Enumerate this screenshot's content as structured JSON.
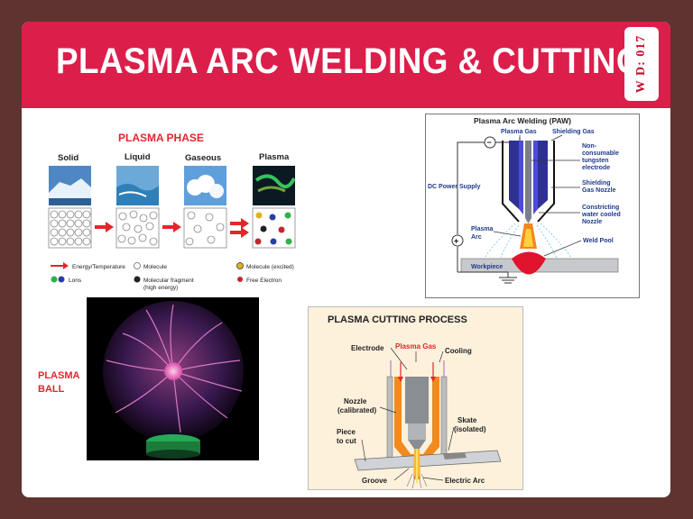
{
  "header": {
    "title": "PLASMA ARC WELDING & CUTTING",
    "code": "W D: 017"
  },
  "colors": {
    "frame": "#5e3330",
    "banner": "#dc1e4b",
    "accent_red": "#e3262c"
  },
  "phase_panel": {
    "title": "PLASMA PHASE",
    "states": [
      "Solid",
      "Liquid",
      "Gaseous",
      "Plasma"
    ],
    "legend": {
      "energy": "Energy/Temperature",
      "molecule": "Molecule",
      "molecule_excited": "Molecule (excited)",
      "ions": "Lons",
      "fragment": "Molecular fragment (high energy)",
      "free_electron": "Free Electron"
    }
  },
  "paw_panel": {
    "title": "Plasma Arc Welding (PAW)",
    "plasma_gas": "Plasma Gas",
    "shielding_gas": "Shielding Gas",
    "electrode": "Non-consumable tungsten electrode",
    "power": "DC Power Supply",
    "nozzle": "Shielding Gas Nozzle",
    "constricting": "Constricting water cooled Nozzle",
    "arc": "Plasma Arc",
    "weld_pool": "Weld Pool",
    "workpiece": "Workpiece",
    "minus": "−",
    "plus": "+"
  },
  "ball_panel": {
    "label": "PLASMA BALL"
  },
  "cutting_panel": {
    "title": "PLASMA CUTTING PROCESS",
    "electrode": "Electrode",
    "plasma_gas": "Plasma Gas",
    "cooling": "Cooling",
    "nozzle": "Nozzle (calibrated)",
    "skate": "Skate (isolated)",
    "piece": "Piece to cut",
    "groove": "Groove",
    "arc": "Electric Arc"
  }
}
